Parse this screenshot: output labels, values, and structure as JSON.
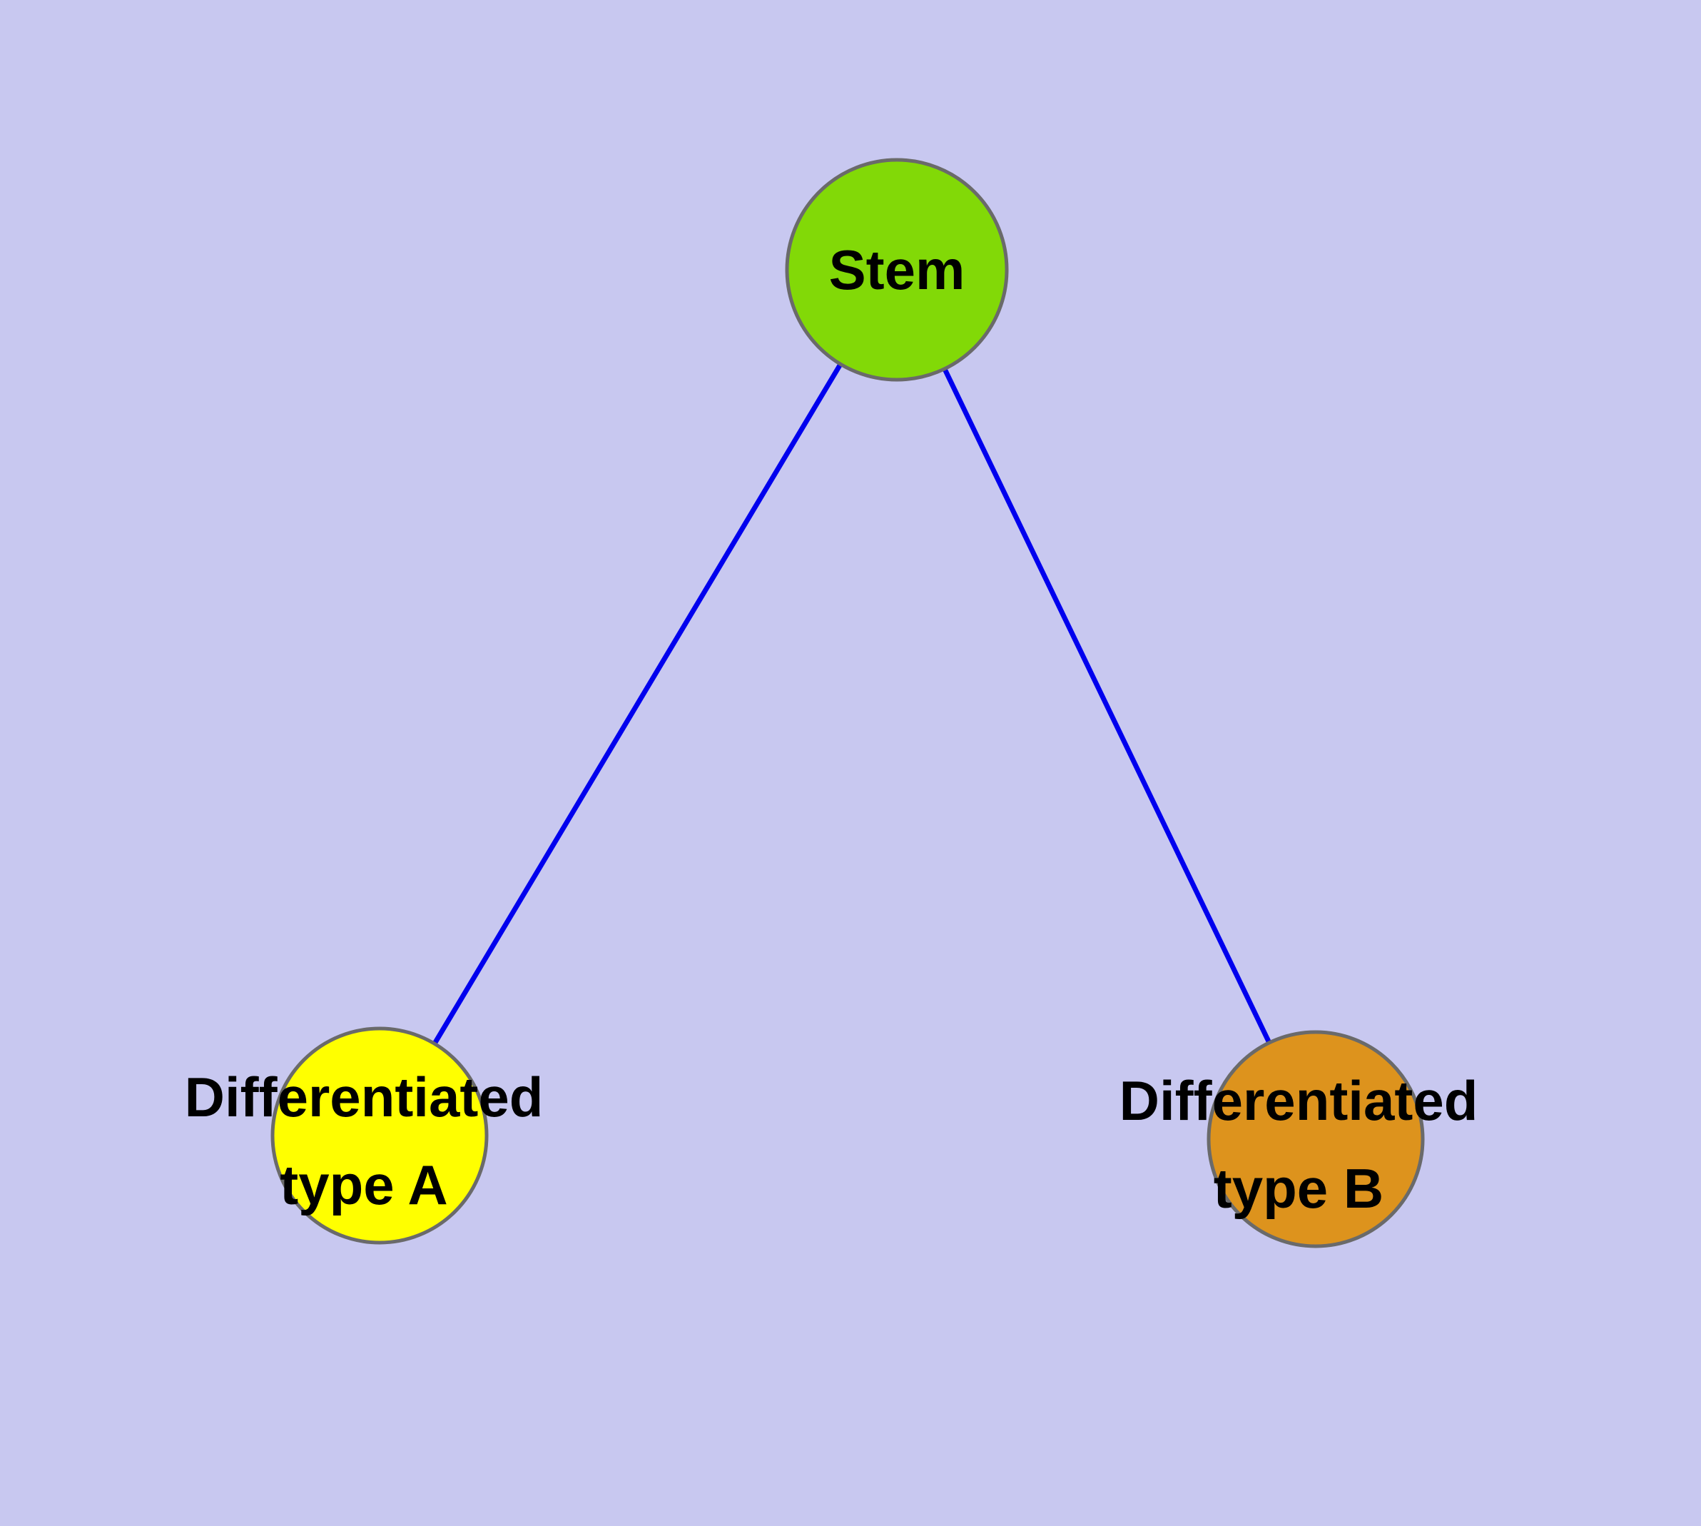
{
  "diagram": {
    "background_color": "#c8c8f0",
    "edge_color": "#0000ee",
    "node_border_color": "#6a6a6a",
    "nodes": [
      {
        "id": "stem",
        "lines": [
          "Stem"
        ],
        "color": "#82d907"
      },
      {
        "id": "differentiated-type-a",
        "lines": [
          "Differentiated",
          "type A"
        ],
        "color": "#ffff00"
      },
      {
        "id": "differentiated-type-b",
        "lines": [
          "Differentiated",
          "type B"
        ],
        "color": "#dd931d"
      }
    ],
    "edges": [
      {
        "from": "stem",
        "to": "differentiated-type-a"
      },
      {
        "from": "stem",
        "to": "differentiated-type-b"
      }
    ]
  }
}
